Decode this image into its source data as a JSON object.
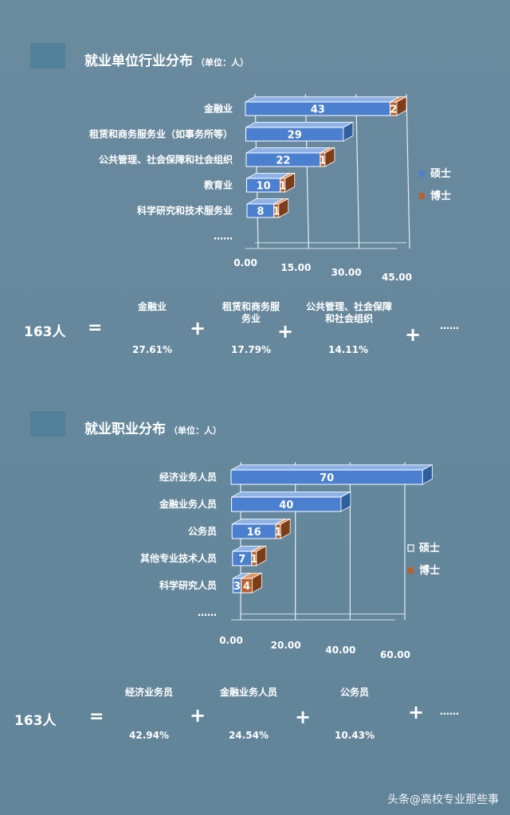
{
  "section1": {
    "title": "就业单位行业分布",
    "unit": "（单位：人）",
    "equation": {
      "total": "163人",
      "equals": "=",
      "plus": "+",
      "ellipsis": "……",
      "items": [
        {
          "label": "金融业",
          "pct": "27.61%"
        },
        {
          "label": "租赁和商务服务业",
          "pct": "17.79%"
        },
        {
          "label": "公共管理、社会保障和社会组织",
          "pct": "14.11%"
        }
      ]
    }
  },
  "section2": {
    "title": "就业职业分布",
    "unit": "（单位：人）",
    "equation": {
      "total": "163人",
      "equals": "=",
      "plus": "+",
      "ellipsis": "……",
      "items": [
        {
          "label": "经济业务员",
          "pct": "42.94%"
        },
        {
          "label": "金融业务人员",
          "pct": "24.54%"
        },
        {
          "label": "公务员",
          "pct": "10.43%"
        }
      ]
    }
  },
  "watermark": "头条@高校专业那些事",
  "chart_data": [
    {
      "type": "bar",
      "orientation": "horizontal",
      "stacked": true,
      "title": "就业单位行业分布（单位：人）",
      "categories": [
        "金融业",
        "租赁和商务服务业（如事务所等）",
        "公共管理、社会保障和社会组织",
        "教育业",
        "科学研究和技术服务业",
        "……"
      ],
      "series": [
        {
          "name": "硕士",
          "values": [
            43,
            29,
            22,
            10,
            8,
            null
          ]
        },
        {
          "name": "博士",
          "values": [
            2,
            null,
            1,
            1,
            1,
            null
          ]
        }
      ],
      "ticks": [
        "0.00",
        "15.00",
        "30.00",
        "45.00"
      ],
      "xlim": [
        0,
        45
      ],
      "legend": "right",
      "colors": {
        "硕士": "#4b7fcf",
        "博士": "#b8612c"
      }
    },
    {
      "type": "bar",
      "orientation": "horizontal",
      "stacked": true,
      "title": "就业职业分布（单位：人）",
      "categories": [
        "经济业务人员",
        "金融业务人员",
        "公务员",
        "其他专业技术人员",
        "科学研究人员",
        "……"
      ],
      "series": [
        {
          "name": "硕士",
          "values": [
            70,
            40,
            16,
            7,
            3,
            null
          ]
        },
        {
          "name": "博士",
          "values": [
            null,
            null,
            1,
            1,
            4,
            null
          ]
        }
      ],
      "ticks": [
        "0.00",
        "20.00",
        "40.00",
        "60.00"
      ],
      "xlim": [
        0,
        60
      ],
      "legend": "right",
      "colors": {
        "硕士": "#4b7fcf",
        "博士": "#b8612c"
      }
    }
  ]
}
